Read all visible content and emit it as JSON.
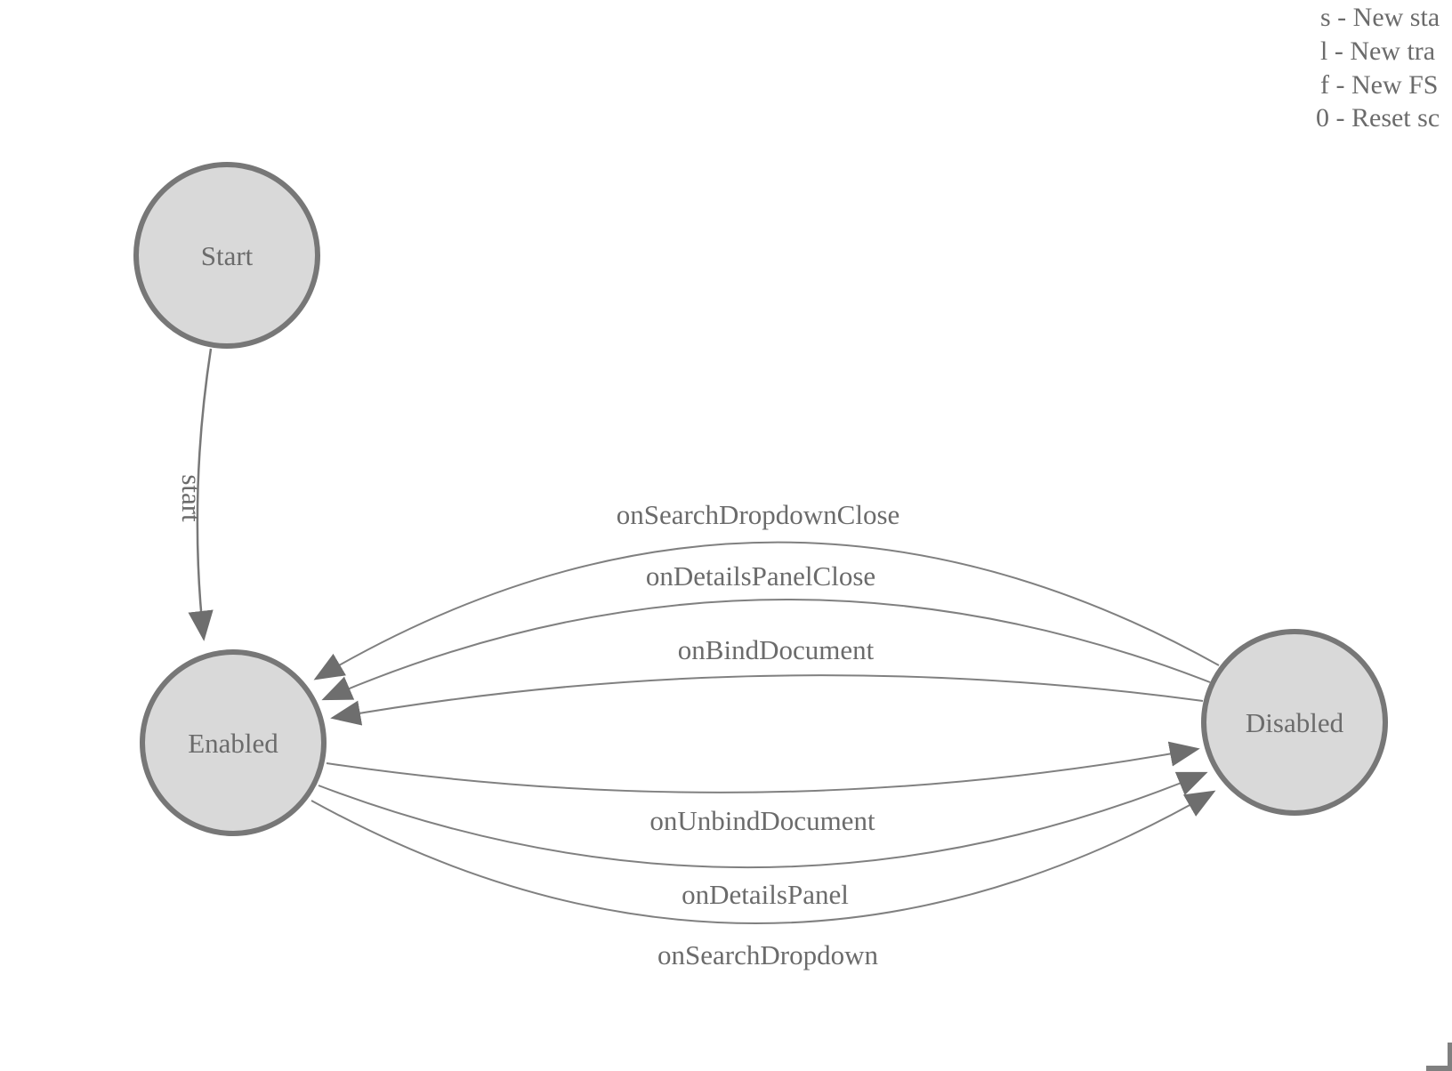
{
  "diagram": {
    "states": [
      {
        "id": "start",
        "label": "Start"
      },
      {
        "id": "enabled",
        "label": "Enabled"
      },
      {
        "id": "disabled",
        "label": "Disabled"
      }
    ],
    "transitions": [
      {
        "id": "start-to-enabled",
        "label": "start",
        "from": "Start",
        "to": "Enabled"
      },
      {
        "id": "search-dropdown-close",
        "label": "onSearchDropdownClose",
        "from": "Disabled",
        "to": "Enabled"
      },
      {
        "id": "details-panel-close",
        "label": "onDetailsPanelClose",
        "from": "Disabled",
        "to": "Enabled"
      },
      {
        "id": "bind-document",
        "label": "onBindDocument",
        "from": "Disabled",
        "to": "Enabled"
      },
      {
        "id": "unbind-document",
        "label": "onUnbindDocument",
        "from": "Enabled",
        "to": "Disabled"
      },
      {
        "id": "details-panel",
        "label": "onDetailsPanel",
        "from": "Enabled",
        "to": "Disabled"
      },
      {
        "id": "search-dropdown",
        "label": "onSearchDropdown",
        "from": "Enabled",
        "to": "Disabled"
      }
    ]
  },
  "legend": {
    "items": [
      {
        "label": "s - New sta"
      },
      {
        "label": "l - New tra"
      },
      {
        "label": "f - New FS"
      },
      {
        "label": "0 - Reset sc"
      }
    ]
  },
  "colors": {
    "node_fill": "#d9d9d9",
    "node_stroke": "#777777",
    "edge_stroke": "#808080",
    "arrow_fill": "#6e6e6e",
    "text": "#6b6b6b",
    "background": "#ffffff"
  }
}
